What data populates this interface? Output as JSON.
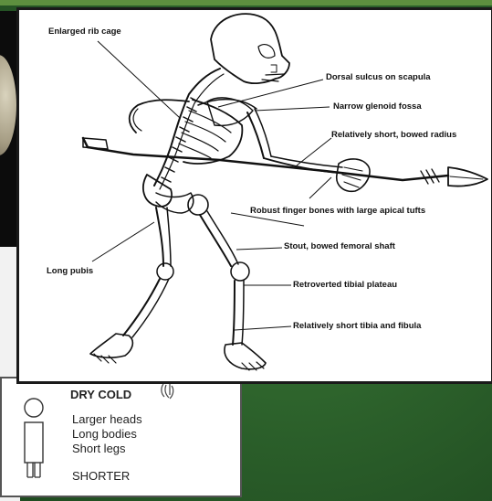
{
  "figure": {
    "labels": {
      "rib_cage": "Enlarged rib cage",
      "dorsal_sulcus": "Dorsal sulcus on scapula",
      "glenoid": "Narrow glenoid fossa",
      "radius": "Relatively short, bowed radius",
      "finger_bones": "Robust finger bones with large apical tufts",
      "femoral": "Stout, bowed femoral shaft",
      "pubis": "Long pubis",
      "tibial": "Retroverted tibial plateau",
      "tibia_fibula": "Relatively short tibia and fibula"
    }
  },
  "climate_card": {
    "heading": "DRY COLD",
    "lines": [
      "Larger heads",
      "Long bodies",
      "Short legs"
    ],
    "summary": "SHORTER"
  }
}
